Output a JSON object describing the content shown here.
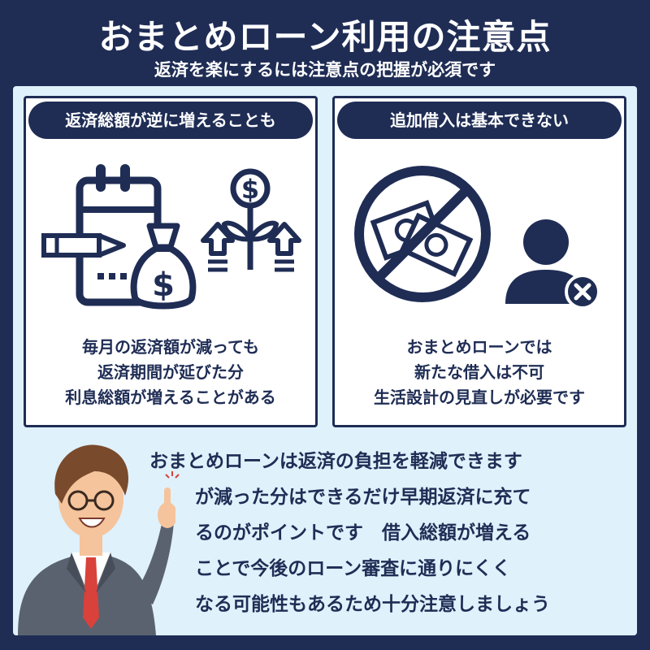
{
  "header": {
    "title": "おまとめローン利用の注意点",
    "subtitle": "返済を楽にするには注意点の把握が必須です"
  },
  "cards": [
    {
      "heading": "返済総額が逆に増えることも",
      "lines": [
        "毎月の返済額が減っても",
        "返済期間が延びた分",
        "利息総額が増えることがある"
      ]
    },
    {
      "heading": "追加借入は基本できない",
      "lines": [
        "おまとめローンでは",
        "新たな借入は不可",
        "生活設計の見直しが必要です"
      ]
    }
  ],
  "advice": {
    "lines": [
      "おまとめローンは返済の負担を軽減できます",
      "が減った分はできるだけ早期返済に充て",
      "るのがポイントです　借入総額が増える",
      "ことで今後のローン審査に通りにくく",
      "なる可能性もあるため十分注意しましょう"
    ]
  },
  "colors": {
    "navy": "#1f2d55",
    "panel_bg": "#dff1fb",
    "card_bg": "#ffffff",
    "tie_red": "#d9413b"
  },
  "icons": {
    "card1": [
      "calendar-icon",
      "pencil-icon",
      "money-bag-icon",
      "dollar-plant-icon",
      "up-arrow-icon"
    ],
    "card2": [
      "no-money-icon",
      "person-icon",
      "close-badge-icon"
    ]
  }
}
